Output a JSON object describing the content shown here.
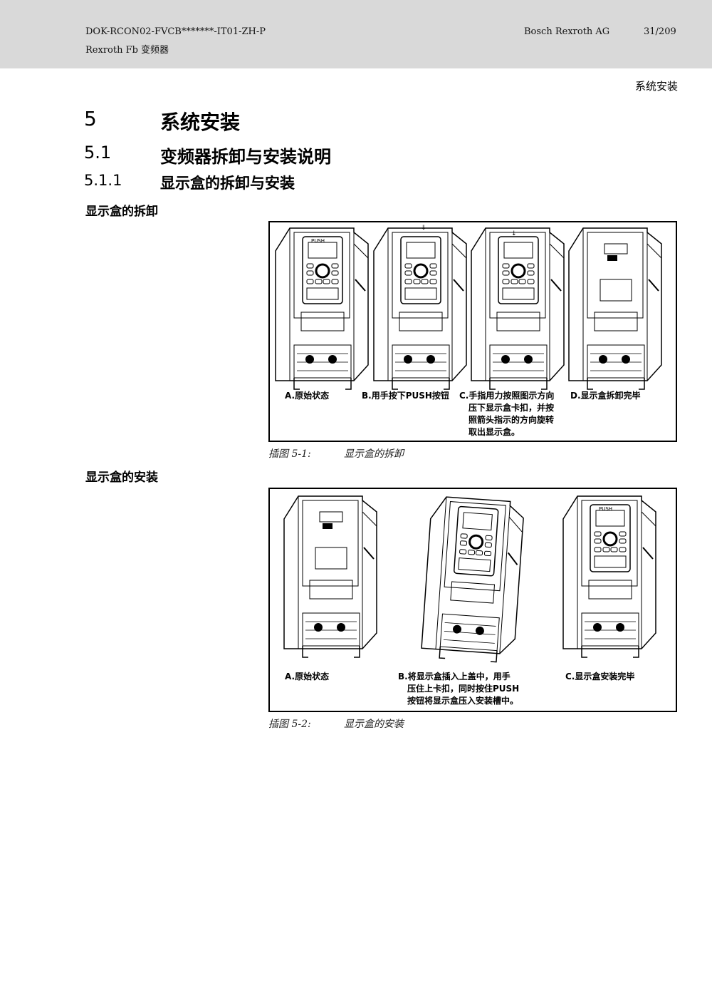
{
  "header": {
    "doc_id": "DOK-RCON02-FVCB*******-IT01-ZH-P",
    "product": "Rexroth Fb 变频器",
    "company": "Bosch Rexroth AG",
    "page": "31/209"
  },
  "section_tag": "系统安装",
  "h1": {
    "num": "5",
    "title": "系统安装"
  },
  "h2": {
    "num": "5.1",
    "title": "变频器拆卸与安装说明"
  },
  "h3": {
    "num": "5.1.1",
    "title": "显示盒的拆卸与安装"
  },
  "removal": {
    "heading": "显示盒的拆卸",
    "captions": {
      "a": "A.原始状态",
      "b": "B.用手按下PUSH按钮",
      "c1": "C.手指用力按照图示方向",
      "c2": "压下显示盒卡扣，并按",
      "c3": "照箭头指示的方向旋转",
      "c4": "取出显示盒。",
      "d": "D.显示盒拆卸完毕"
    },
    "figure_label": "插图 5-1:",
    "figure_title": "显示盒的拆卸"
  },
  "install": {
    "heading": "显示盒的安装",
    "captions": {
      "a": "A.原始状态",
      "b1": "B.将显示盒插入上盖中，用手",
      "b2": "压住上卡扣，同时按住PUSH",
      "b3": "按钮将显示盒压入安装槽中。",
      "c": "C.显示盒安装完毕"
    },
    "figure_label": "插图 5-2:",
    "figure_title": "显示盒的安装"
  }
}
